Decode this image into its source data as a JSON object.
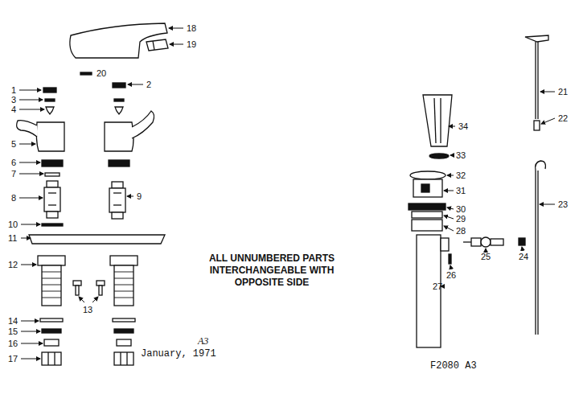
{
  "diagram": {
    "labels": [
      "18",
      "19",
      "1",
      "20",
      "2",
      "3",
      "4",
      "5",
      "6",
      "7",
      "8",
      "9",
      "10",
      "11",
      "12",
      "13",
      "14",
      "15",
      "16",
      "17",
      "A3",
      "January, 1971",
      "ALL UNNUMBERED PARTS INTERCHANGEABLE WITH OPPOSITE SIDE",
      "34",
      "21",
      "22",
      "33",
      "32",
      "31",
      "30",
      "29",
      "28",
      "23",
      "26",
      "25",
      "24",
      "27",
      "F2080 A3"
    ]
  }
}
